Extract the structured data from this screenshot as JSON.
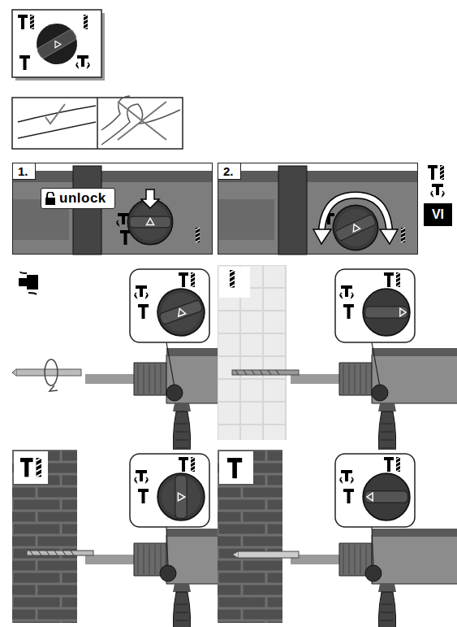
{
  "diagram": {
    "nodes": [
      {
        "text": [
          "1."
        ]
      },
      {
        "text": [
          "unlock"
        ],
        "in": 0
      },
      {
        "text": [
          "2."
        ]
      },
      {
        "text": [
          "VI"
        ]
      }
    ]
  }
}
